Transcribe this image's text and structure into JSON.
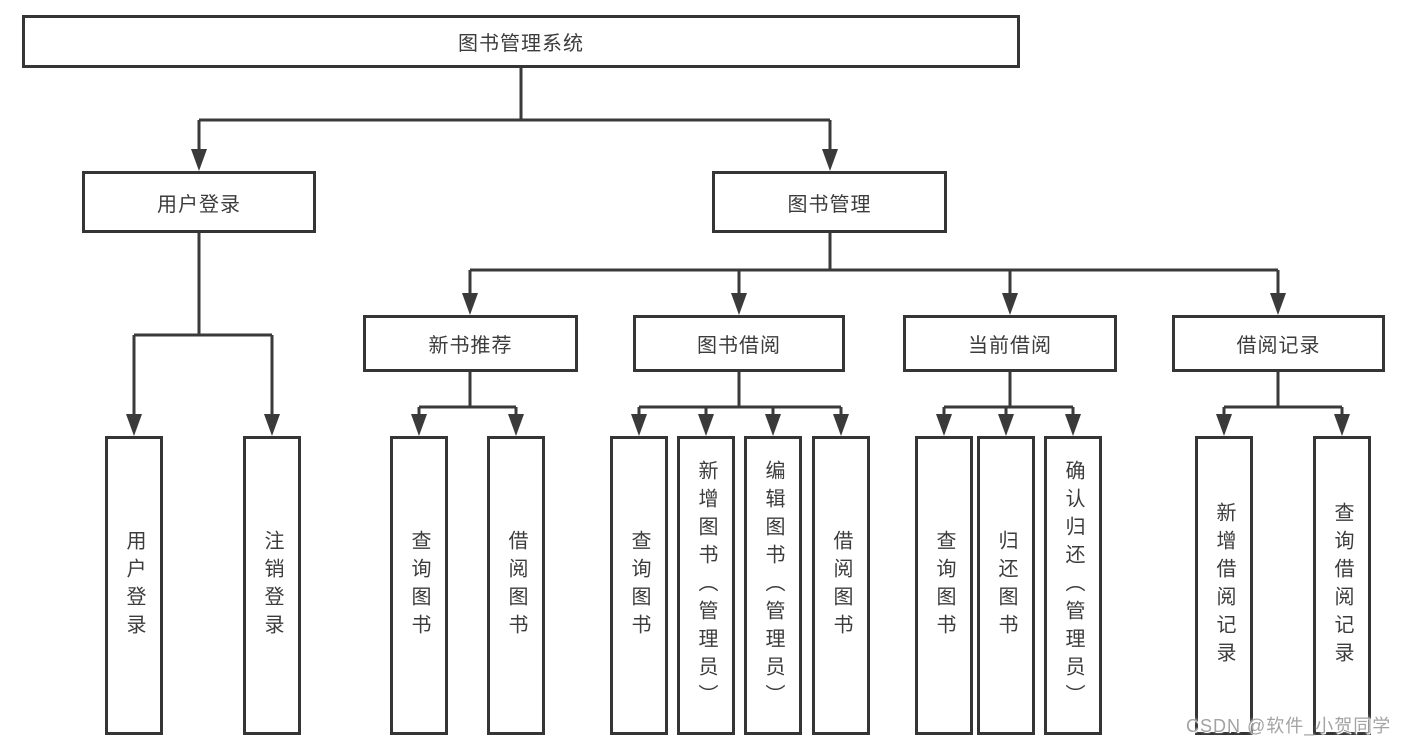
{
  "diagram": {
    "type": "hierarchy-tree",
    "colors": {
      "line": "#3a3a3a",
      "border": "#353535",
      "text": "#3c3c3c",
      "background": "#ffffff",
      "watermark": "#a3a3a3"
    },
    "root": {
      "label": "图书管理系统"
    },
    "login": {
      "label": "用户登录",
      "leaves": [
        {
          "label": "用户登录"
        },
        {
          "label": "注销登录"
        }
      ]
    },
    "mgmt": {
      "label": "图书管理",
      "groups": [
        {
          "label": "新书推荐",
          "leaves": [
            {
              "label": "查询图书"
            },
            {
              "label": "借阅图书"
            }
          ]
        },
        {
          "label": "图书借阅",
          "leaves": [
            {
              "label": "查询图书"
            },
            {
              "label": "新增图书（管理员）"
            },
            {
              "label": "编辑图书（管理员）"
            },
            {
              "label": "借阅图书"
            }
          ]
        },
        {
          "label": "当前借阅",
          "leaves": [
            {
              "label": "查询图书"
            },
            {
              "label": "归还图书"
            },
            {
              "label": "确认归还（管理员）"
            }
          ]
        },
        {
          "label": "借阅记录",
          "leaves": [
            {
              "label": "新增借阅记录"
            },
            {
              "label": "查询借阅记录"
            }
          ]
        }
      ]
    },
    "watermark": "CSDN @软件_小贺同学"
  }
}
